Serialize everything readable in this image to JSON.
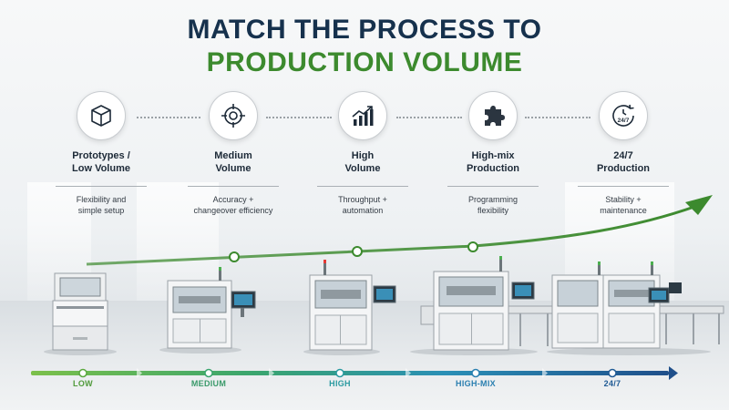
{
  "title": {
    "line1": "MATCH THE PROCESS TO",
    "line2": "PRODUCTION VOLUME"
  },
  "colors": {
    "navy": "#16314d",
    "green": "#3c8a2e",
    "teal": "#2fa39a",
    "blue": "#2f6da8"
  },
  "stages": [
    {
      "icon": "cube-icon",
      "title_line1": "Prototypes /",
      "title_line2": "Low Volume",
      "desc_line1": "Flexibility and",
      "desc_line2": "simple setup"
    },
    {
      "icon": "crosshair-icon",
      "title_line1": "Medium",
      "title_line2": "Volume",
      "desc_line1": "Accuracy +",
      "desc_line2": "changeover efficiency"
    },
    {
      "icon": "bar-chart-up-icon",
      "title_line1": "High",
      "title_line2": "Volume",
      "desc_line1": "Throughput +",
      "desc_line2": "automation"
    },
    {
      "icon": "puzzle-icon",
      "title_line1": "High-mix",
      "title_line2": "Production",
      "desc_line1": "Programming",
      "desc_line2": "flexibility"
    },
    {
      "icon": "clock-24-7-icon",
      "title_line1": "24/7",
      "title_line2": "Production",
      "desc_line1": "Stability +",
      "desc_line2": "maintenance",
      "icon_text": "24/7"
    }
  ],
  "scale": {
    "labels": [
      "LOW",
      "MEDIUM",
      "HIGH",
      "HIGH-MIX",
      "24/7"
    ],
    "label_colors": [
      "#4f9a3a",
      "#3a9a6a",
      "#2a9aa0",
      "#2a7fb0",
      "#1f5a94"
    ]
  }
}
